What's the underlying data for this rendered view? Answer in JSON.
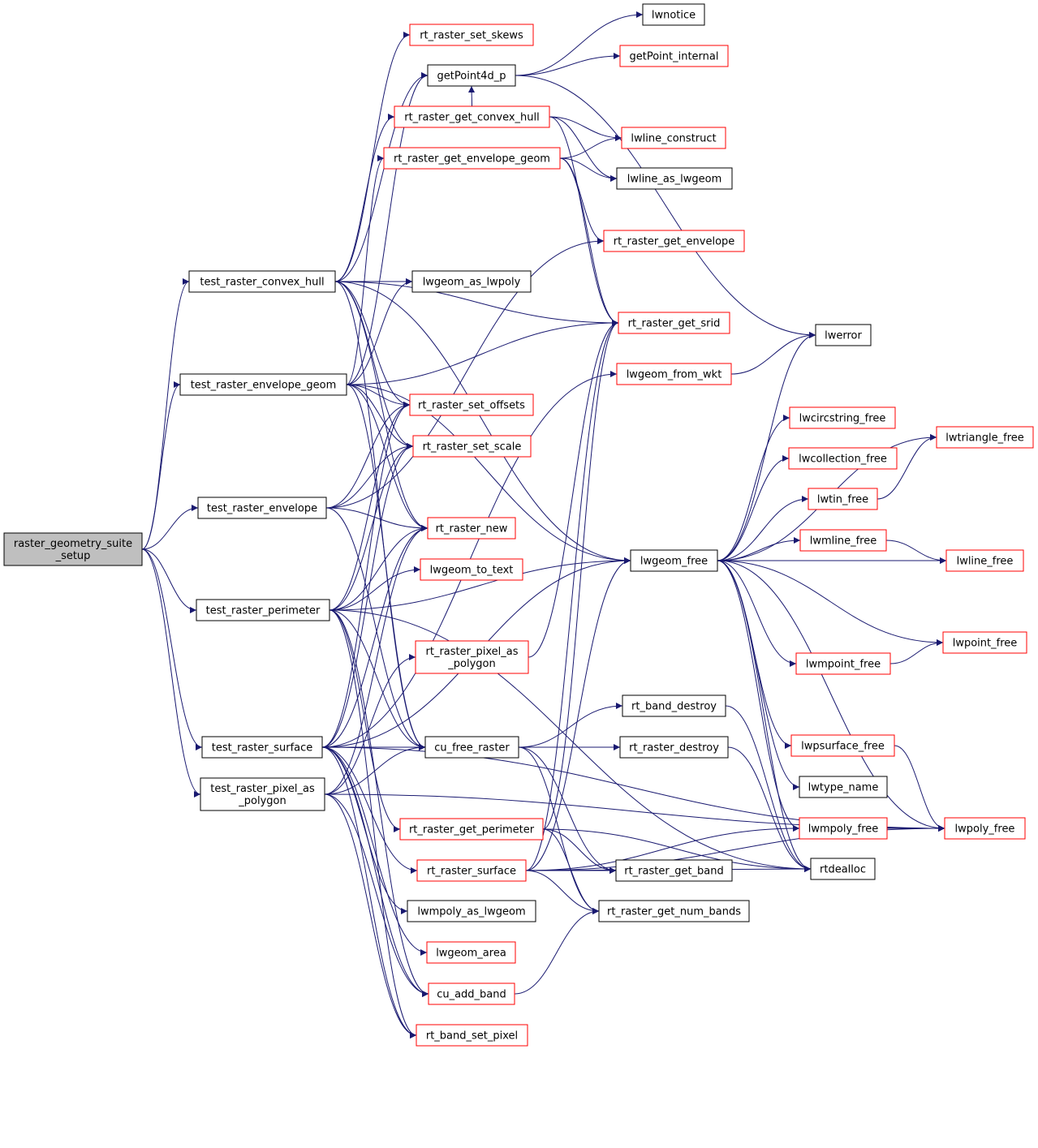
{
  "colors": {
    "edge": "#191970",
    "black_border": "#000000",
    "red_border": "#ff0000",
    "root_fill": "#bfbfbf",
    "node_fill": "#ffffff"
  },
  "nodes": {
    "root": [
      "raster_geometry_suite",
      "_setup"
    ],
    "test_raster_convex_hull": [
      "test_raster_convex_hull"
    ],
    "test_raster_envelope_geom": [
      "test_raster_envelope_geom"
    ],
    "test_raster_envelope": [
      "test_raster_envelope"
    ],
    "test_raster_perimeter": [
      "test_raster_perimeter"
    ],
    "test_raster_surface": [
      "test_raster_surface"
    ],
    "test_raster_pixel_as_polygon": [
      "test_raster_pixel_as",
      "_polygon"
    ],
    "rt_raster_set_skews": [
      "rt_raster_set_skews"
    ],
    "getPoint4d_p": [
      "getPoint4d_p"
    ],
    "rt_raster_get_convex_hull": [
      "rt_raster_get_convex_hull"
    ],
    "rt_raster_get_envelope_geom": [
      "rt_raster_get_envelope_geom"
    ],
    "lwgeom_as_lwpoly": [
      "lwgeom_as_lwpoly"
    ],
    "rt_raster_set_offsets": [
      "rt_raster_set_offsets"
    ],
    "rt_raster_set_scale": [
      "rt_raster_set_scale"
    ],
    "rt_raster_new": [
      "rt_raster_new"
    ],
    "lwgeom_to_text": [
      "lwgeom_to_text"
    ],
    "rt_raster_pixel_as_polygon": [
      "rt_raster_pixel_as",
      "_polygon"
    ],
    "cu_free_raster": [
      "cu_free_raster"
    ],
    "rt_raster_get_perimeter": [
      "rt_raster_get_perimeter"
    ],
    "rt_raster_surface": [
      "rt_raster_surface"
    ],
    "lwmpoly_as_lwgeom": [
      "lwmpoly_as_lwgeom"
    ],
    "lwgeom_area": [
      "lwgeom_area"
    ],
    "cu_add_band": [
      "cu_add_band"
    ],
    "rt_band_set_pixel": [
      "rt_band_set_pixel"
    ],
    "lwnotice": [
      "lwnotice"
    ],
    "getPoint_internal": [
      "getPoint_internal"
    ],
    "lwline_construct": [
      "lwline_construct"
    ],
    "lwline_as_lwgeom": [
      "lwline_as_lwgeom"
    ],
    "rt_raster_get_envelope": [
      "rt_raster_get_envelope"
    ],
    "rt_raster_get_srid": [
      "rt_raster_get_srid"
    ],
    "lwgeom_from_wkt": [
      "lwgeom_from_wkt"
    ],
    "lwgeom_free": [
      "lwgeom_free"
    ],
    "rt_band_destroy": [
      "rt_band_destroy"
    ],
    "rt_raster_destroy": [
      "rt_raster_destroy"
    ],
    "rt_raster_get_band": [
      "rt_raster_get_band"
    ],
    "rt_raster_get_num_bands": [
      "rt_raster_get_num_bands"
    ],
    "lwerror": [
      "lwerror"
    ],
    "lwcircstring_free": [
      "lwcircstring_free"
    ],
    "lwcollection_free": [
      "lwcollection_free"
    ],
    "lwtin_free": [
      "lwtin_free"
    ],
    "lwmline_free": [
      "lwmline_free"
    ],
    "lwmpoint_free": [
      "lwmpoint_free"
    ],
    "lwpsurface_free": [
      "lwpsurface_free"
    ],
    "lwtype_name": [
      "lwtype_name"
    ],
    "lwmpoly_free": [
      "lwmpoly_free"
    ],
    "rtdealloc": [
      "rtdealloc"
    ],
    "lwtriangle_free": [
      "lwtriangle_free"
    ],
    "lwline_free": [
      "lwline_free"
    ],
    "lwpoint_free": [
      "lwpoint_free"
    ],
    "lwpoly_free": [
      "lwpoly_free"
    ]
  },
  "edges": [
    [
      "root",
      "test_raster_convex_hull"
    ],
    [
      "root",
      "test_raster_envelope_geom"
    ],
    [
      "root",
      "test_raster_envelope"
    ],
    [
      "root",
      "test_raster_perimeter"
    ],
    [
      "root",
      "test_raster_surface"
    ],
    [
      "root",
      "test_raster_pixel_as_polygon"
    ],
    [
      "test_raster_convex_hull",
      "rt_raster_set_skews"
    ],
    [
      "test_raster_convex_hull",
      "getPoint4d_p"
    ],
    [
      "test_raster_convex_hull",
      "rt_raster_get_convex_hull"
    ],
    [
      "test_raster_convex_hull",
      "lwgeom_as_lwpoly"
    ],
    [
      "test_raster_convex_hull",
      "rt_raster_get_srid"
    ],
    [
      "test_raster_convex_hull",
      "rt_raster_set_offsets"
    ],
    [
      "test_raster_convex_hull",
      "rt_raster_set_scale"
    ],
    [
      "test_raster_convex_hull",
      "rt_raster_new"
    ],
    [
      "test_raster_convex_hull",
      "cu_free_raster"
    ],
    [
      "test_raster_convex_hull",
      "lwgeom_free"
    ],
    [
      "test_raster_envelope_geom",
      "getPoint4d_p"
    ],
    [
      "test_raster_envelope_geom",
      "rt_raster_get_envelope_geom"
    ],
    [
      "test_raster_envelope_geom",
      "lwgeom_as_lwpoly"
    ],
    [
      "test_raster_envelope_geom",
      "rt_raster_get_srid"
    ],
    [
      "test_raster_envelope_geom",
      "rt_raster_set_offsets"
    ],
    [
      "test_raster_envelope_geom",
      "rt_raster_set_scale"
    ],
    [
      "test_raster_envelope_geom",
      "rt_raster_new"
    ],
    [
      "test_raster_envelope_geom",
      "cu_free_raster"
    ],
    [
      "test_raster_envelope_geom",
      "lwgeom_free"
    ],
    [
      "test_raster_envelope",
      "rt_raster_set_offsets"
    ],
    [
      "test_raster_envelope",
      "rt_raster_set_scale"
    ],
    [
      "test_raster_envelope",
      "rt_raster_new"
    ],
    [
      "test_raster_envelope",
      "rt_raster_get_envelope"
    ],
    [
      "test_raster_envelope",
      "cu_free_raster"
    ],
    [
      "test_raster_perimeter",
      "rt_raster_set_offsets"
    ],
    [
      "test_raster_perimeter",
      "rt_raster_set_scale"
    ],
    [
      "test_raster_perimeter",
      "rt_raster_new"
    ],
    [
      "test_raster_perimeter",
      "lwgeom_to_text"
    ],
    [
      "test_raster_perimeter",
      "lwgeom_free"
    ],
    [
      "test_raster_perimeter",
      "cu_free_raster"
    ],
    [
      "test_raster_perimeter",
      "rt_raster_get_perimeter"
    ],
    [
      "test_raster_perimeter",
      "cu_add_band"
    ],
    [
      "test_raster_perimeter",
      "rt_band_set_pixel"
    ],
    [
      "test_raster_perimeter",
      "rtdealloc"
    ],
    [
      "test_raster_surface",
      "rt_raster_set_offsets"
    ],
    [
      "test_raster_surface",
      "rt_raster_set_scale"
    ],
    [
      "test_raster_surface",
      "rt_raster_new"
    ],
    [
      "test_raster_surface",
      "cu_free_raster"
    ],
    [
      "test_raster_surface",
      "rt_raster_surface"
    ],
    [
      "test_raster_surface",
      "lwmpoly_as_lwgeom"
    ],
    [
      "test_raster_surface",
      "lwgeom_area"
    ],
    [
      "test_raster_surface",
      "cu_add_band"
    ],
    [
      "test_raster_surface",
      "rt_band_set_pixel"
    ],
    [
      "test_raster_surface",
      "lwgeom_from_wkt"
    ],
    [
      "test_raster_surface",
      "lwgeom_free"
    ],
    [
      "test_raster_surface",
      "lwpoly_free"
    ],
    [
      "test_raster_pixel_as_polygon",
      "rt_raster_new"
    ],
    [
      "test_raster_pixel_as_polygon",
      "rt_raster_pixel_as_polygon"
    ],
    [
      "test_raster_pixel_as_polygon",
      "cu_free_raster"
    ],
    [
      "test_raster_pixel_as_polygon",
      "cu_add_band"
    ],
    [
      "test_raster_pixel_as_polygon",
      "rt_band_set_pixel"
    ],
    [
      "test_raster_pixel_as_polygon",
      "lwpoly_free"
    ],
    [
      "getPoint4d_p",
      "lwnotice"
    ],
    [
      "getPoint4d_p",
      "getPoint_internal"
    ],
    [
      "getPoint4d_p",
      "lwerror"
    ],
    [
      "rt_raster_get_convex_hull",
      "lwline_construct"
    ],
    [
      "rt_raster_get_convex_hull",
      "lwline_as_lwgeom"
    ],
    [
      "rt_raster_get_convex_hull",
      "rt_raster_get_srid"
    ],
    [
      "rt_raster_get_convex_hull",
      "getPoint4d_p"
    ],
    [
      "rt_raster_get_envelope_geom",
      "lwline_construct"
    ],
    [
      "rt_raster_get_envelope_geom",
      "lwline_as_lwgeom"
    ],
    [
      "rt_raster_get_envelope_geom",
      "rt_raster_get_envelope"
    ],
    [
      "rt_raster_get_envelope_geom",
      "rt_raster_get_srid"
    ],
    [
      "rt_raster_pixel_as_polygon",
      "rt_raster_get_srid"
    ],
    [
      "cu_free_raster",
      "rt_band_destroy"
    ],
    [
      "cu_free_raster",
      "rt_raster_destroy"
    ],
    [
      "cu_free_raster",
      "rt_raster_get_band"
    ],
    [
      "cu_free_raster",
      "rt_raster_get_num_bands"
    ],
    [
      "rt_raster_get_perimeter",
      "rt_raster_get_srid"
    ],
    [
      "rt_raster_get_perimeter",
      "rt_raster_get_band"
    ],
    [
      "rt_raster_get_perimeter",
      "rt_raster_get_num_bands"
    ],
    [
      "rt_raster_get_perimeter",
      "rtdealloc"
    ],
    [
      "rt_raster_surface",
      "rt_raster_get_srid"
    ],
    [
      "rt_raster_surface",
      "rt_raster_get_band"
    ],
    [
      "rt_raster_surface",
      "rt_raster_get_num_bands"
    ],
    [
      "rt_raster_surface",
      "lwgeom_free"
    ],
    [
      "rt_raster_surface",
      "lwmpoly_free"
    ],
    [
      "rt_raster_surface",
      "rtdealloc"
    ],
    [
      "rt_raster_surface",
      "lwpoly_free"
    ],
    [
      "cu_add_band",
      "rt_raster_get_num_bands"
    ],
    [
      "lwgeom_from_wkt",
      "lwerror"
    ],
    [
      "lwgeom_free",
      "lwerror"
    ],
    [
      "lwgeom_free",
      "lwcircstring_free"
    ],
    [
      "lwgeom_free",
      "lwtriangle_free"
    ],
    [
      "lwgeom_free",
      "lwcollection_free"
    ],
    [
      "lwgeom_free",
      "lwtin_free"
    ],
    [
      "lwgeom_free",
      "lwmline_free"
    ],
    [
      "lwgeom_free",
      "lwline_free"
    ],
    [
      "lwgeom_free",
      "lwpoint_free"
    ],
    [
      "lwgeom_free",
      "lwmpoint_free"
    ],
    [
      "lwgeom_free",
      "lwpsurface_free"
    ],
    [
      "lwgeom_free",
      "lwtype_name"
    ],
    [
      "lwgeom_free",
      "lwmpoly_free"
    ],
    [
      "lwgeom_free",
      "rtdealloc"
    ],
    [
      "lwgeom_free",
      "lwpoly_free"
    ],
    [
      "rt_band_destroy",
      "rtdealloc"
    ],
    [
      "rt_raster_destroy",
      "rtdealloc"
    ],
    [
      "lwtin_free",
      "lwtriangle_free"
    ],
    [
      "lwmline_free",
      "lwline_free"
    ],
    [
      "lwmpoint_free",
      "lwpoint_free"
    ],
    [
      "lwpsurface_free",
      "lwpoly_free"
    ],
    [
      "lwmpoly_free",
      "lwpoly_free"
    ]
  ]
}
